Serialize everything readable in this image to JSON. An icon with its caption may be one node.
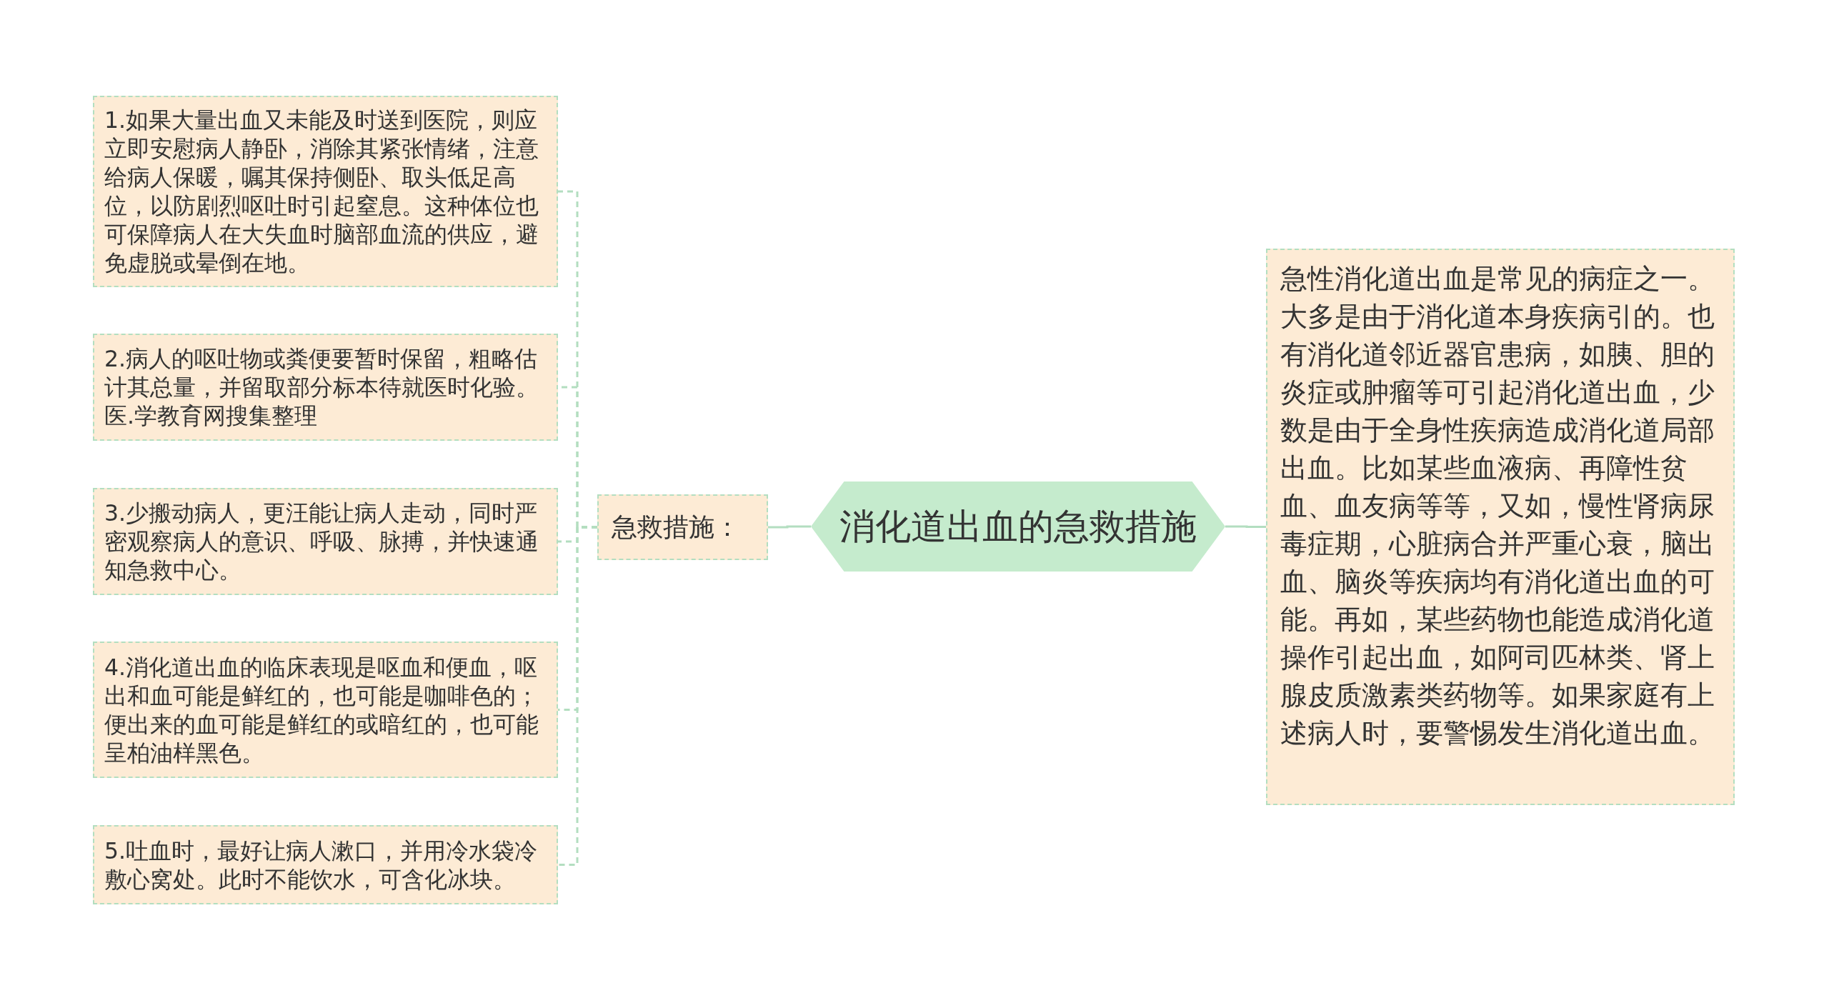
{
  "diagram": {
    "nodes": [
      {
        "text": [
          "消化道出血的急救措施"
        ]
      },
      {
        "text": [
          "急救措施："
        ]
      },
      {
        "text": [
          "1.如果大量出血又未能及时送到医院，则应立即安慰病人静卧，消除其紧张情绪，注意给病人保暖，嘱其保持侧卧、取头低足高位，以防剧烈呕吐时引起窒息。这种体位也可保障病人在大失血时脑部血流的供应，避免虚脱或晕倒在地。"
        ]
      },
      {
        "text": [
          "2.病人的呕吐物或粪便要暂时保留，粗略估计其总量，并留取部分标本待就医时化验。医.学教育网搜集整理"
        ]
      },
      {
        "text": [
          "3.少搬动病人，更汪能让病人走动，同时严密观察病人的意识、呼吸、脉搏，并快速通知急救中心。"
        ]
      },
      {
        "text": [
          "4.消化道出血的临床表现是呕血和便血，呕出和血可能是鲜红的，也可能是咖啡色的；便出来的血可能是鲜红的或暗红的，也可能呈柏油样黑色。"
        ]
      },
      {
        "text": [
          "5.吐血时，最好让病人漱口，并用冷水袋冷敷心窝处。此时不能饮水，可含化冰块。"
        ]
      },
      {
        "text": [
          "急性消化道出血是常见的病症之一。大多是由于消化道本身疾病引的。也有消化道邻近器官患病，如胰、胆的炎症或肿瘤等可引起消化道出血，少数是由于全身性疾病造成消化道局部出血。比如某些血液病、再障性贫血、血友病等等，又如，慢性肾病尿毒症期，心脏病合并严重心衰，脑出血、脑炎等疾病均有消化道出血的可能。再如，某些药物也能造成消化道操作引起出血，如阿司匹林类、肾上腺皮质激素类药物等。如果家庭有上述病人时，要警惕发生消化道出血。"
        ]
      }
    ],
    "edges": [
      {
        "from": 0,
        "to": 1,
        "arrow": "none"
      },
      {
        "from": 1,
        "to": 2,
        "arrow": "none",
        "style": "dashed"
      },
      {
        "from": 1,
        "to": 3,
        "arrow": "none",
        "style": "dashed"
      },
      {
        "from": 1,
        "to": 4,
        "arrow": "none",
        "style": "dashed"
      },
      {
        "from": 1,
        "to": 5,
        "arrow": "none",
        "style": "dashed"
      },
      {
        "from": 1,
        "to": 6,
        "arrow": "none",
        "style": "dashed"
      },
      {
        "from": 0,
        "to": 7,
        "arrow": "none"
      }
    ]
  }
}
